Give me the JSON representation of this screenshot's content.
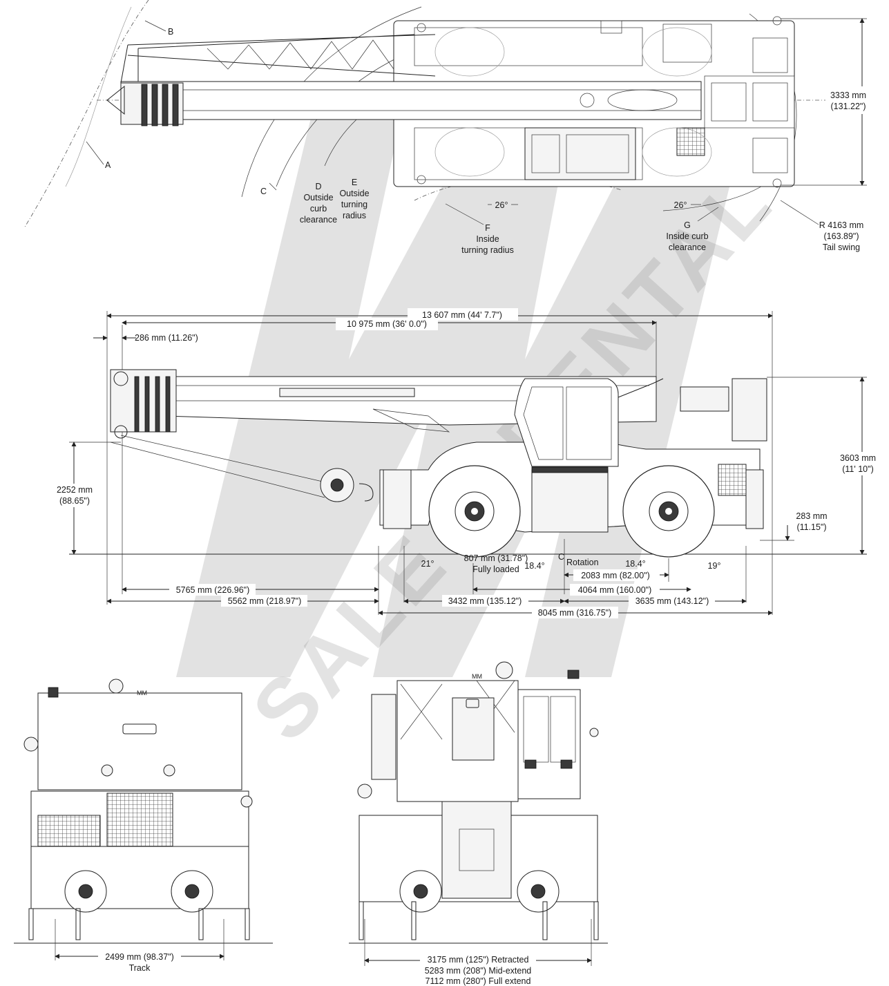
{
  "top_view": {
    "labels": {
      "A": "A",
      "B": "B",
      "C": "C",
      "D": [
        "D",
        "Outside",
        "curb",
        "clearance"
      ],
      "E": [
        "E",
        "Outside",
        "turning",
        "radius"
      ],
      "F": [
        "F",
        "Inside",
        "turning radius"
      ],
      "G": [
        "G",
        "Inside curb",
        "clearance"
      ],
      "tail_swing": [
        "R 4163 mm",
        "(163.89\")",
        "Tail swing"
      ]
    },
    "angle_left": "26°",
    "angle_right": "26°",
    "width": [
      "3333 mm",
      "(131.22\")"
    ]
  },
  "side_view": {
    "overall_length": "13 607 mm (44' 7.7\")",
    "boom_length": "10 975 mm (36' 0.0\")",
    "front_overhang": "286 mm (11.26\")",
    "pin_height": [
      "2252 mm",
      "(88.65\")"
    ],
    "overall_height": [
      "3603 mm",
      "(11' 10\")"
    ],
    "ground_clearance_rear": [
      "283 mm",
      "(11.15\")"
    ],
    "ground_clearance": [
      "807 mm (31.78\")",
      "Fully loaded"
    ],
    "angle_approach": "21°",
    "angle_front": "18.4°",
    "angle_rear": "18.4°",
    "angle_departure": "19°",
    "rotation_mark": "C",
    "rotation_label": "Rotation",
    "dim_2083": "2083 mm (82.00\")",
    "dim_4064": "4064 mm (160.00\")",
    "dim_5765": "5765 mm (226.96\")",
    "dim_5562": "5562 mm (218.97\")",
    "dim_3432": "3432 mm (135.12\")",
    "dim_3635": "3635 mm (143.12\")",
    "dim_8045": "8045 mm (316.75\")"
  },
  "rear_view": {
    "track": [
      "2499 mm (98.37\")",
      "Track"
    ],
    "mm_mark": "MM"
  },
  "front_view": {
    "outrigger": [
      "3175 mm (125\") Retracted",
      "5283 mm (208\") Mid-extend",
      "7112 mm (280\") Full extend"
    ],
    "mm_mark": "MM"
  },
  "watermark": {
    "logo": "MM",
    "text": "SALE & RENTAL"
  }
}
